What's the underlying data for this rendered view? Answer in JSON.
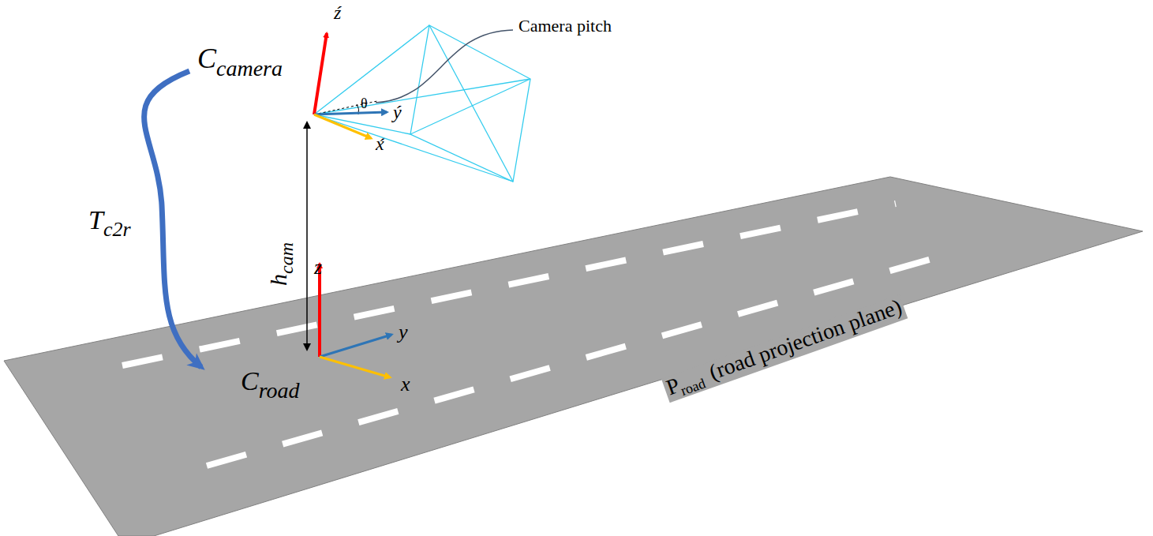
{
  "diagram": {
    "labels": [
      "Camera pitch",
      "ź",
      "θ",
      "ý",
      "x́",
      "C",
      "camera",
      "T",
      "c2r",
      "h",
      "cam",
      "z",
      "y",
      "x",
      "C",
      "road",
      "P",
      "road",
      "(road projection plane)"
    ]
  }
}
